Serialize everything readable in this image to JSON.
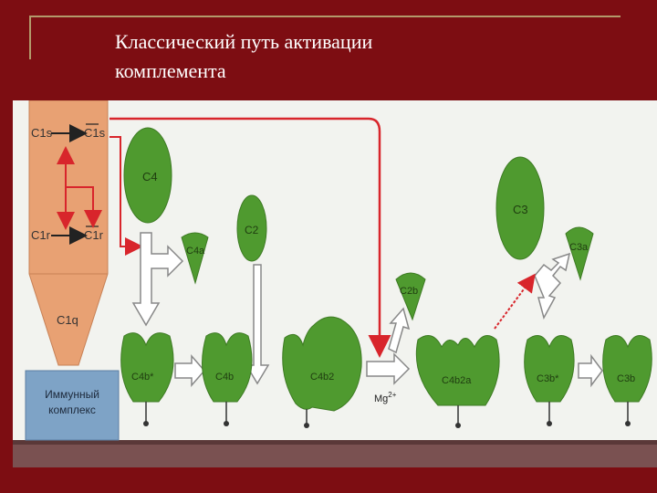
{
  "title": {
    "line1": "Классический путь активации",
    "line2": "комплемента"
  },
  "diagram": {
    "labels": {
      "c1s": "C1s",
      "c1s_active": "C1s",
      "c1r": "C1r",
      "c1r_active": "C1r",
      "c1q": "C1q",
      "immune_complex_line1": "Иммунный",
      "immune_complex_line2": "комплекс",
      "c4": "C4",
      "c4a": "C4a",
      "c2": "C2",
      "c2b": "C2b",
      "c3": "C3",
      "c3a": "C3a",
      "c4b_star": "C4b*",
      "c4b": "C4b",
      "c4b2": "C4b2",
      "mg": "Mg",
      "mg_charge": "2+",
      "c4b2a": "C4b2a",
      "c3b_star": "C3b*",
      "c3b": "C3b"
    },
    "colors": {
      "background": "#7d0d12",
      "panel": "#f2f3ef",
      "molecule": "#4f9a2f",
      "c1_complex": "#e8a173",
      "immune": "#7ea3c6",
      "membrane": "#7a5151",
      "arrow_red": "#d8252b"
    }
  }
}
